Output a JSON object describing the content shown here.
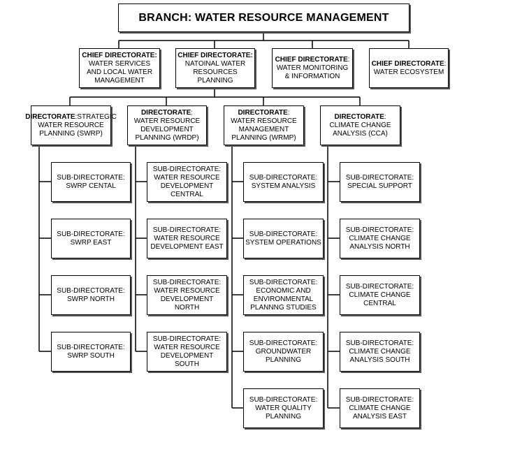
{
  "branch": {
    "title": "BRANCH: WATER RESOURCE MANAGEMENT"
  },
  "chief_directorates": [
    {
      "label": "CHIEF DIRECTORATE:",
      "name": "WATER SERVICES AND LOCAL WATER MANAGEMENT"
    },
    {
      "label": "CHIEF DIRECTORATE:",
      "name": "NATOINAL WATER RESOURCES PLANNING"
    },
    {
      "label": "CHIEF DIRECTORATE",
      "name": ": WATER MONITORING & INFORMATION"
    },
    {
      "label": "CHIEF DIRECTORATE",
      "name": ": WATER ECOSYSTEM"
    }
  ],
  "directorates": [
    {
      "label": "DIRECTORATE",
      "name": ":STRATEGIC WATER RESOURCE PLANNING (SWRP)"
    },
    {
      "label": "DIRECTORATE",
      "name": ": WATER RESOURCE DEVELOPMENT PLANNING (WRDP)"
    },
    {
      "label": "DIRECTORATE",
      "name": ": WATER RESOURCE MANAGEMENT PLANNING (WRMP)"
    },
    {
      "label": "DIRECTORATE",
      "name": ": CLIMATE CHANGE ANALYSIS (CCA)"
    }
  ],
  "sub_directorates": [
    [
      "SUB-DIRECTORATE: SWRP CENTAL",
      "SUB-DIRECTORATE: SWRP EAST",
      "SUB-DIRECTORATE: SWRP NORTH",
      "SUB-DIRECTORATE: SWRP SOUTH"
    ],
    [
      "SUB-DIRECTORATE: WATER RESOURCE DEVELOPMENT CENTRAL",
      "SUB-DIRECTORATE: WATER RESOURCE DEVELOPMENT EAST",
      "SUB-DIRECTORATE: WATER RESOURCE DEVELOPMENT NORTH",
      "SUB-DIRECTORATE: WATER RESOURCE DEVELOPMENT SOUTH"
    ],
    [
      "SUB-DIRECTORATE: SYSTEM ANALYSIS",
      "SUB-DIRECTORATE: SYSTEM OPERATIONS",
      "SUB-DIRECTORATE: ECONOMIC AND ENVIRONMENTAL PLANNNG STUDIES",
      "SUB-DIRECTORATE: GROUNDWATER PLANNING",
      "SUB-DIRECTORATE: WATER QUALITY PLANNING"
    ],
    [
      "SUB-DIRECTORATE: SPECIAL SUPPORT",
      "SUB-DIRECTORATE: CLIMATE CHANGE ANALYSIS NORTH",
      "SUB-DIRECTORATE: CLIMATE CHANGE CENTRAL",
      "SUB-DIRECTORATE: CLIMATE CHANGE ANALYSIS SOUTH",
      "SUB-DIRECTORATE: CLIMATE CHANGE ANALYSIS EAST"
    ]
  ]
}
